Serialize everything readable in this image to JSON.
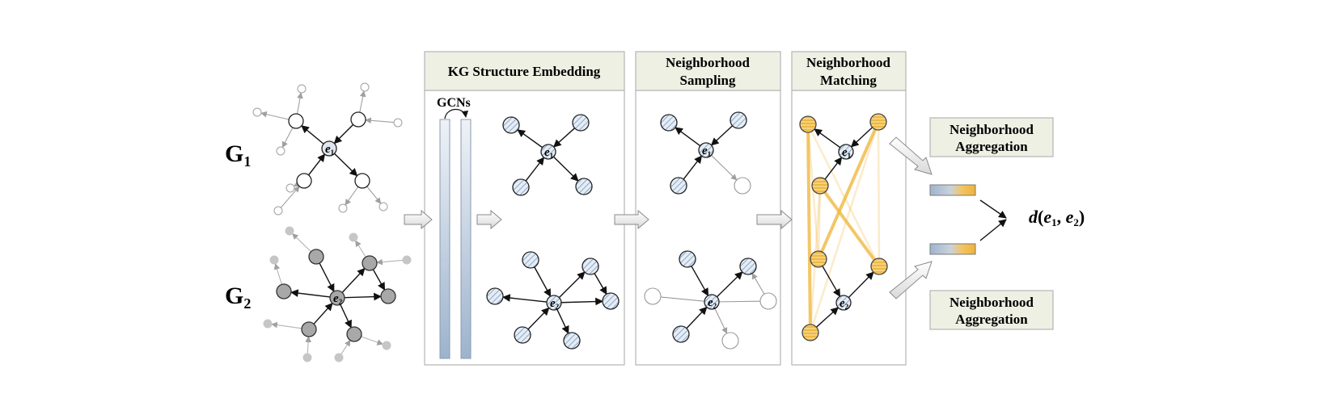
{
  "graph_labels": {
    "g1_main": "G",
    "g1_sub": "1",
    "g2_main": "G",
    "g2_sub": "2"
  },
  "node_labels": {
    "e": "e",
    "sub1": "1",
    "sub2": "2"
  },
  "panels": {
    "kg_structure_embedding": "KG Structure Embedding",
    "gcns": "GCNs",
    "neighborhood_sampling_line1": "Neighborhood",
    "neighborhood_sampling_line2": "Sampling",
    "neighborhood_matching_line1": "Neighborhood",
    "neighborhood_matching_line2": "Matching"
  },
  "aggregation": {
    "top_line1": "Neighborhood",
    "top_line2": "Aggregation",
    "bottom_line1": "Neighborhood",
    "bottom_line2": "Aggregation"
  },
  "output": {
    "d": "d",
    "open": "(",
    "e1": "e",
    "sub1": "1",
    "comma": ", ",
    "e2": "e",
    "sub2": "2",
    "close": ")"
  },
  "colors": {
    "panel_header_bg": "#eef0e4",
    "gray_node": "#a6a6a6",
    "hatched_node": "#c7d6e8",
    "striped_node": "#f2c25a",
    "match_line": "#f0b840",
    "embedding_bar_top": "#e8edf4",
    "embedding_bar_bottom": "#9cb2cc"
  }
}
